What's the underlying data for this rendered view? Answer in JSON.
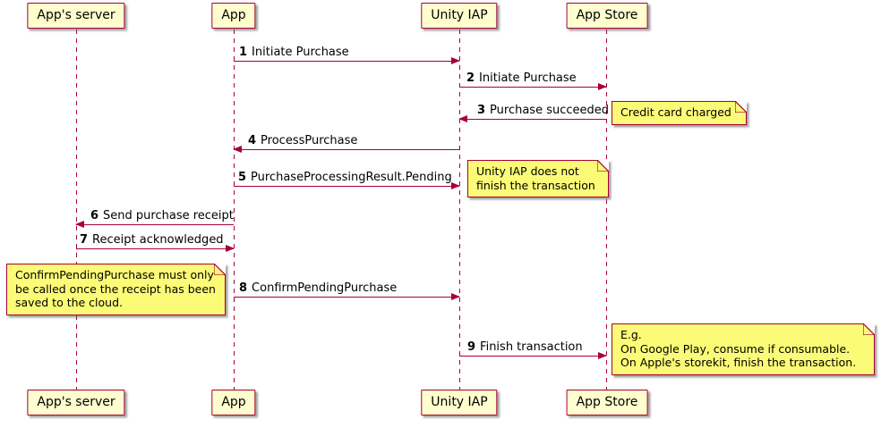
{
  "diagram": {
    "kind": "uml-sequence-diagram",
    "participants": [
      {
        "id": "apps-server",
        "label": "App's server"
      },
      {
        "id": "app",
        "label": "App"
      },
      {
        "id": "unity-iap",
        "label": "Unity IAP"
      },
      {
        "id": "app-store",
        "label": "App Store"
      }
    ],
    "messages": [
      {
        "num": "1",
        "text": "Initiate Purchase",
        "from": "App",
        "to": "Unity IAP"
      },
      {
        "num": "2",
        "text": "Initiate Purchase",
        "from": "Unity IAP",
        "to": "App Store"
      },
      {
        "num": "3",
        "text": "Purchase succeeded",
        "from": "App Store",
        "to": "Unity IAP"
      },
      {
        "num": "4",
        "text": "ProcessPurchase",
        "from": "Unity IAP",
        "to": "App"
      },
      {
        "num": "5",
        "text": "PurchaseProcessingResult.Pending",
        "from": "App",
        "to": "Unity IAP"
      },
      {
        "num": "6",
        "text": "Send purchase receipt",
        "from": "App",
        "to": "App's server"
      },
      {
        "num": "7",
        "text": "Receipt acknowledged",
        "from": "App's server",
        "to": "App"
      },
      {
        "num": "8",
        "text": "ConfirmPendingPurchase",
        "from": "App",
        "to": "Unity IAP"
      },
      {
        "num": "9",
        "text": "Finish transaction",
        "from": "Unity IAP",
        "to": "App Store"
      }
    ],
    "notes": [
      {
        "text": "Credit card charged",
        "position": "right of App Store"
      },
      {
        "text": "Unity IAP does not\nfinish the transaction",
        "position": "right of Unity IAP"
      },
      {
        "text": "ConfirmPendingPurchase must only\nbe called once the receipt has been\nsaved to the cloud.",
        "position": "left of App"
      },
      {
        "text": "E.g.\nOn Google Play, consume if consumable.\nOn Apple's storekit, finish the transaction.",
        "position": "right of App Store"
      }
    ],
    "colors": {
      "participant_fill": "#FEFECE",
      "note_fill": "#FBFB77",
      "line": "#A80036",
      "text": "#000000",
      "background": "#FFFFFF"
    }
  }
}
